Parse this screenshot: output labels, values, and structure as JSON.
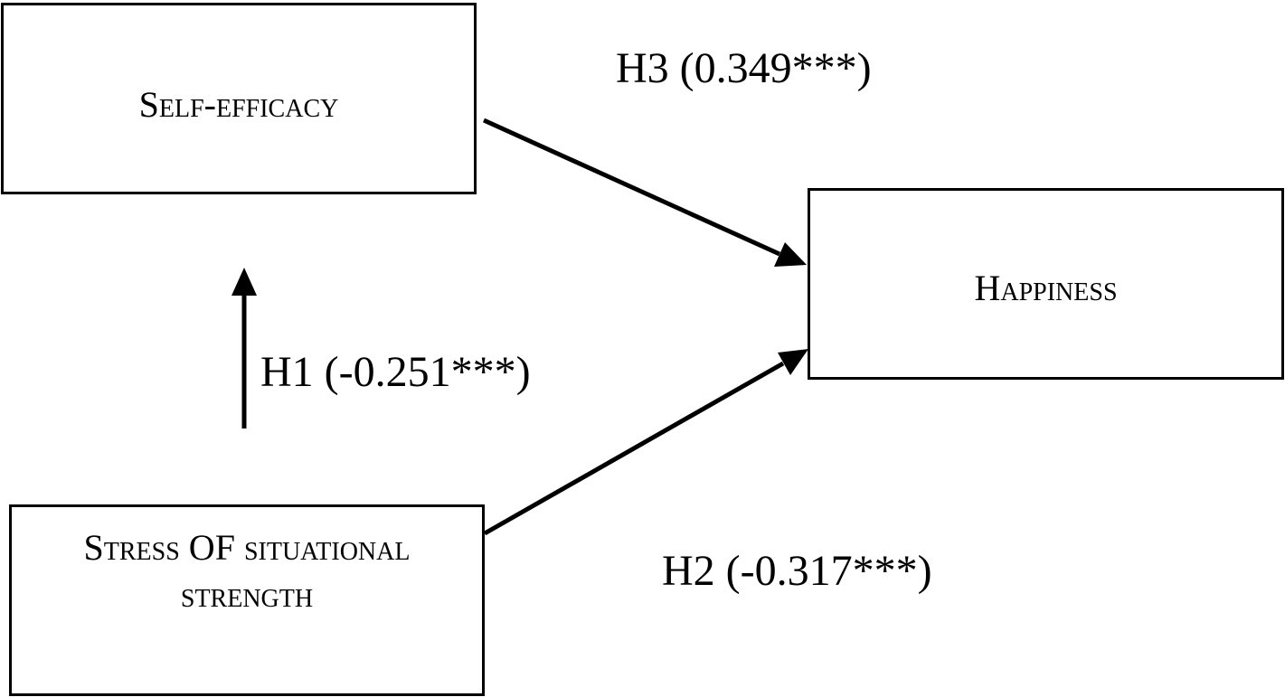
{
  "nodes": {
    "self_efficacy": {
      "label": "Self-efficacy"
    },
    "happiness": {
      "label": "Happiness"
    },
    "stress": {
      "label_line1": "Stress OF situational",
      "label_line2": "strength"
    }
  },
  "paths": {
    "h1": {
      "label": "H1 (-0.251***)",
      "from": "stress",
      "to": "self_efficacy"
    },
    "h2": {
      "label": "H2 (-0.317***)",
      "from": "stress",
      "to": "happiness"
    },
    "h3": {
      "label": "H3 (0.349***)",
      "from": "self_efficacy",
      "to": "happiness"
    }
  },
  "colors": {
    "stroke": "#000000",
    "background": "#ffffff"
  }
}
